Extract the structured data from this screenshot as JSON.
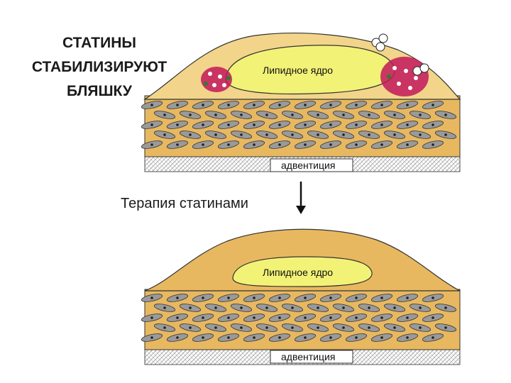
{
  "heading": {
    "line1": "СТАТИНЫ",
    "line2": "СТАБИЛИЗИРУЮТ",
    "line3": "БЛЯШКУ"
  },
  "therapy_label": "Терапия статинами",
  "top_plaque": {
    "core_label": "Липидное ядро",
    "adventitia_label": "адвентиция"
  },
  "bottom_plaque": {
    "core_label": "Липидное ядро",
    "adventitia_label": "адвентиция"
  },
  "colors": {
    "media": "#E8B860",
    "cap": "#F2D58A",
    "lipid_core": "#F2F277",
    "cell_fill": "#9A9A9A",
    "inflammatory_cluster": "#C2185B",
    "adventitia_hatch": "#999999",
    "outline": "#222222"
  }
}
